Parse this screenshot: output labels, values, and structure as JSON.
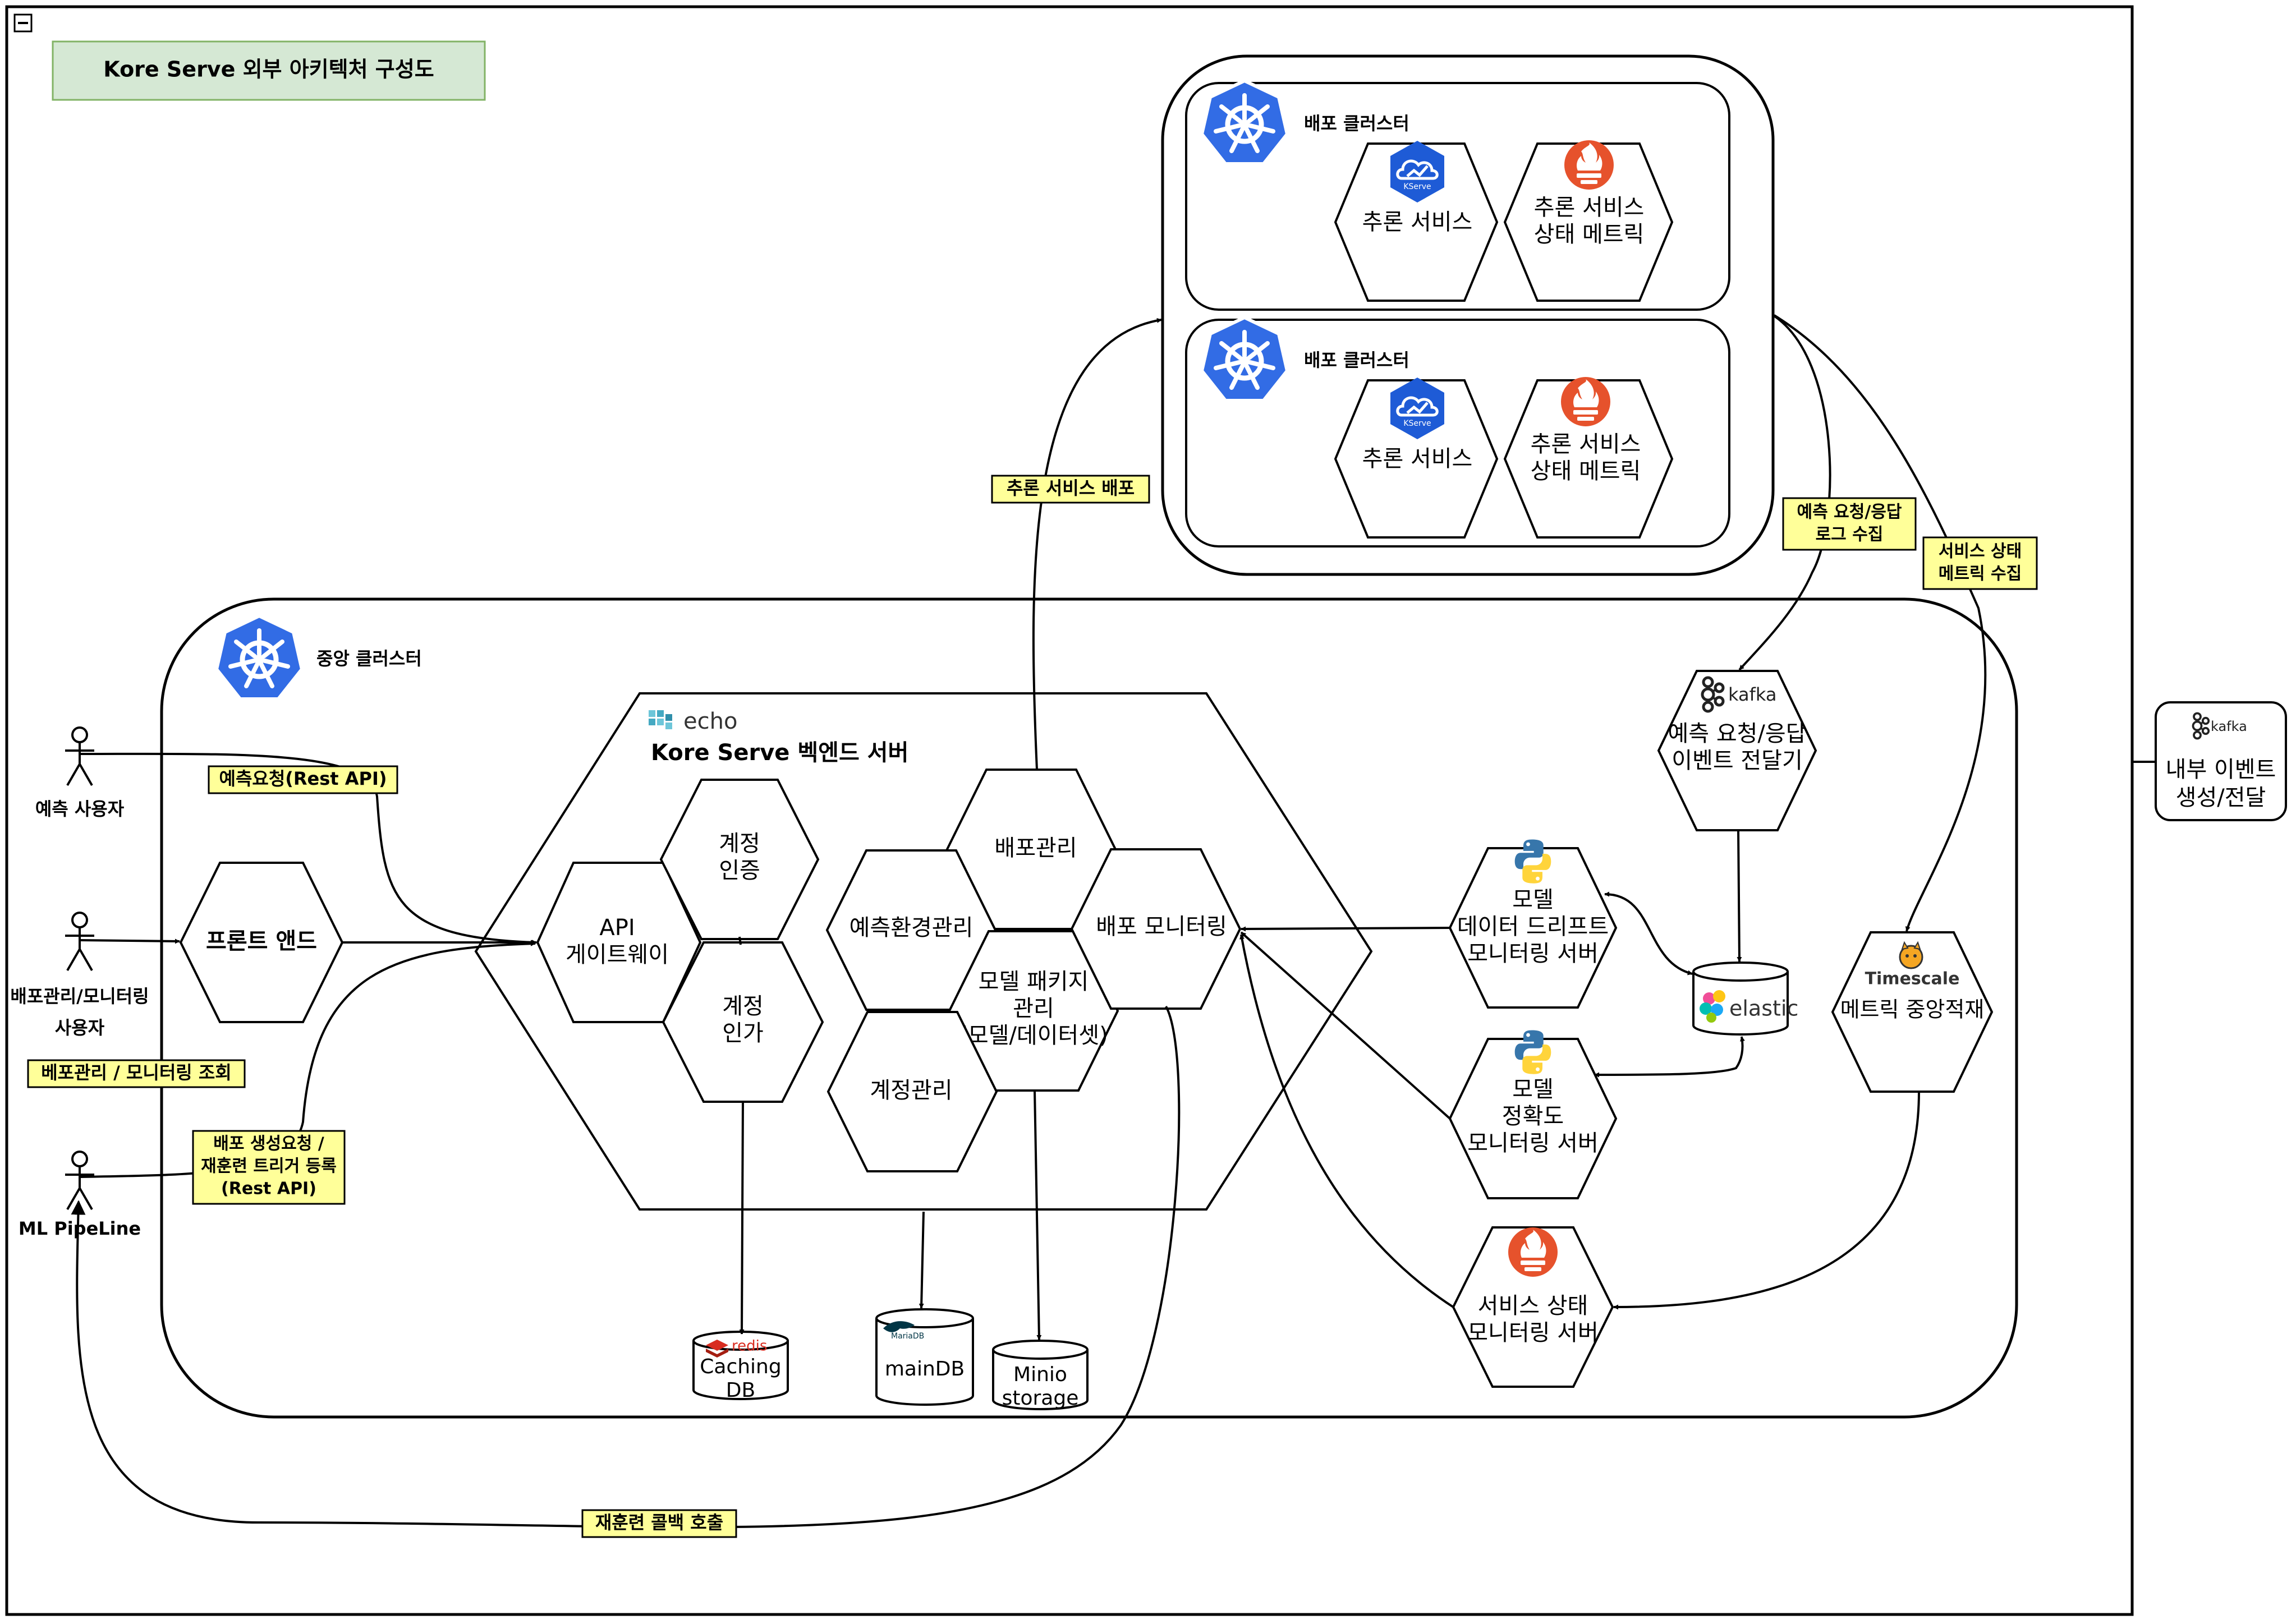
{
  "title": "Kore Serve 외부 아키텍처 구성도",
  "collapse_symbol": "−",
  "deploy_clusters": [
    {
      "label": "배포 클러스터",
      "inference": "추론 서비스",
      "kserve_logo": "KServe",
      "metric_line1": "추론 서비스",
      "metric_line2": "상태 메트릭"
    },
    {
      "label": "배포 클러스터",
      "inference": "추론 서비스",
      "kserve_logo": "KServe",
      "metric_line1": "추론 서비스",
      "metric_line2": "상태 메트릭"
    }
  ],
  "central_cluster": {
    "label": "중앙 클러스터"
  },
  "actors": {
    "predict_user": "예측 사용자",
    "admin_user_line1": "배포관리/모니터링",
    "admin_user_line2": "사용자",
    "ml_pipeline": "ML PipeLine"
  },
  "frontend": "프론트 앤드",
  "backend": {
    "echo_logo": "echo",
    "title": "Kore Serve 벡엔드 서버"
  },
  "hexagons": {
    "api_gateway_line1": "API",
    "api_gateway_line2": "게이트웨이",
    "auth_line1": "계정",
    "auth_line2": "인증",
    "authz_line1": "계정",
    "authz_line2": "인가",
    "deploy_mgmt": "배포관리",
    "predict_env": "예측환경관리",
    "model_pkg_line1": "모델 패키지",
    "model_pkg_line2": "관리",
    "model_pkg_line3": "(모델/데이터셋)",
    "deploy_monitor": "배포 모니터링",
    "account_mgmt": "계정관리",
    "drift_line1": "모델",
    "drift_line2": "데이터 드리프트",
    "drift_line3": "모니터링 서버",
    "accuracy_line1": "모델",
    "accuracy_line2": "정확도",
    "accuracy_line3": "모니터링 서버",
    "status_line1": "서비스 상태",
    "status_line2": "모니터링 서버",
    "kafka_logo": "kafka",
    "kafka_line1": "예측 요청/응답",
    "kafka_line2": "이벤트 전달기",
    "timescale_logo": "Timescale",
    "timescale_label": "메트릭 중앙적재"
  },
  "stores": {
    "redis_logo": "redis",
    "caching_line1": "Caching",
    "caching_line2": "DB",
    "mariadb_logo": "MariaDB",
    "maindb": "mainDB",
    "minio_line1": "Minio",
    "minio_line2": "storage",
    "elastic": "elastic"
  },
  "edge_labels": {
    "predict_request": "예측요청(Rest API)",
    "deploy_view": "베포관리 / 모니터링 조회",
    "deploy_request_line1": "배포 생성요청 /",
    "deploy_request_line2": "재훈련 트리거 등록",
    "deploy_request_line3": "(Rest API)",
    "inference_deploy": "추론 서비스 배포",
    "log_collect_line1": "예측 요청/응답",
    "log_collect_line2": "로그 수집",
    "metric_collect_line1": "서비스 상태",
    "metric_collect_line2": "메트릭 수집",
    "retrain_callback": "재훈련 콜백 호출"
  },
  "external_kafka": {
    "logo": "kafka",
    "line1": "내부 이벤트",
    "line2": "생성/전달"
  },
  "colors": {
    "k8s_blue": "#326ce5",
    "prometheus_orange": "#e6522c",
    "note_yellow": "#ffff99",
    "title_green": "#d5e8d4",
    "python_blue": "#3776ab",
    "python_yellow": "#ffd43b",
    "redis_red": "#d82c20"
  }
}
